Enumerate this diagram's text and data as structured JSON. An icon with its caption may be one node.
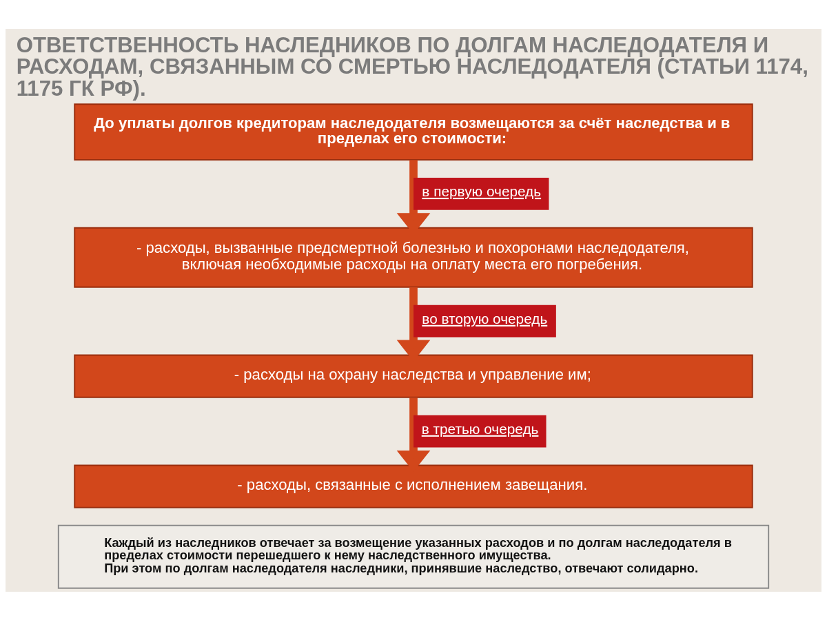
{
  "diagram": {
    "title": "ОТВЕТСТВЕННОСТЬ НАСЛЕДНИКОВ ПО ДОЛГАМ НАСЛЕДОДАТЕЛЯ И РАСХОДАМ, СВЯЗАННЫМ СО СМЕРТЬЮ НАСЛЕДОДАТЕЛЯ (СТАТЬИ 1174, 1175 ГК РФ).",
    "nodes": [
      {
        "text": [
          "До уплаты долгов кредиторам наследодателя возмещаются за счёт наследства и в пределах его стоимости:"
        ]
      },
      {
        "text": [
          "- расходы, вызванные предсмертной болезнью и похоронами наследодателя, включая необходимые расходы на оплату места его погребения."
        ]
      },
      {
        "text": [
          "- расходы на охрану наследства и управление им;"
        ]
      },
      {
        "text": [
          "- расходы, связанные с исполнением завещания."
        ]
      },
      {
        "text": [
          "Каждый из наследников отвечает за возмещение указанных расходов и по долгам наследодателя в пределах стоимости перешедшего к нему наследственного имущества.",
          "При этом по долгам наследодателя наследники, принявшие наследство, отвечают солидарно."
        ]
      }
    ],
    "edges": [
      {
        "from": 0,
        "to": 1,
        "arrow": "to",
        "label": "в первую очередь"
      },
      {
        "from": 1,
        "to": 2,
        "arrow": "to",
        "label": "во вторую очередь"
      },
      {
        "from": 2,
        "to": 3,
        "arrow": "to",
        "label": "в третью очередь"
      }
    ]
  }
}
